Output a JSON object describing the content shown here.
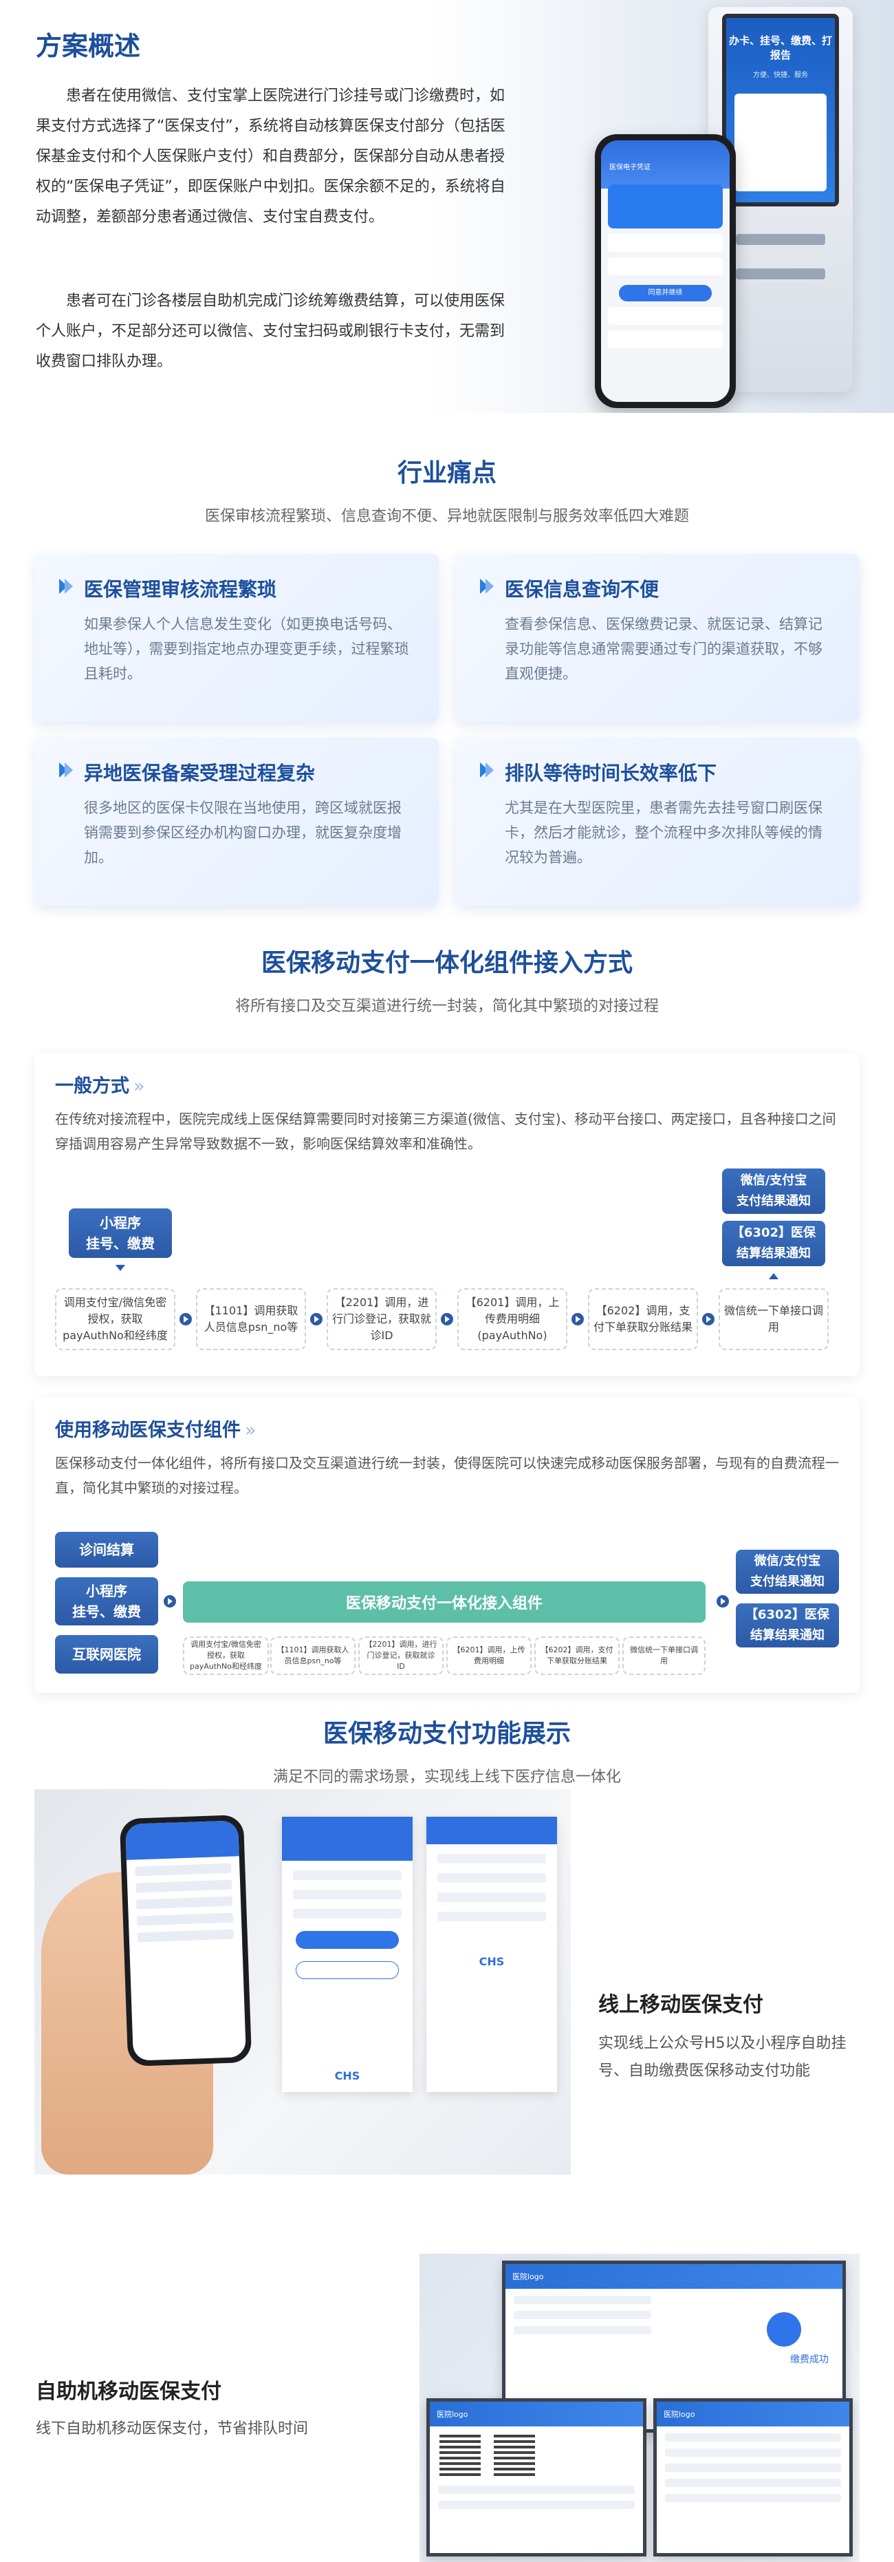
{
  "overview": {
    "title": "方案概述",
    "p1": "患者在使用微信、支付宝掌上医院进行门诊挂号或门诊缴费时，如果支付方式选择了“医保支付”，系统将自动核算医保支付部分（包括医保基金支付和个人医保账户支付）和自费部分，医保部分自动从患者授权的“医保电子凭证”，即医保账户中划扣。医保余额不足的，系统将自动调整，差额部分患者通过微信、支付宝自费支付。",
    "p2": "患者可在门诊各楼层自助机完成门诊统筹缴费结算，可以使用医保个人账户，不足部分还可以微信、支付宝扫码或刷银行卡支付，无需到收费窗口排队办理。",
    "kiosk_screen_title": "办卡、挂号、缴费、打报告",
    "kiosk_screen_sub": "方便、快捷、服务",
    "phone_app_title": "医保电子凭证",
    "phone_button": "同意并继续"
  },
  "pain": {
    "title": "行业痛点",
    "subtitle": "医保审核流程繁琐、信息查询不便、异地就医限制与服务效率低四大难题",
    "cards": [
      {
        "title": "医保管理审核流程繁琐",
        "text": "如果参保人个人信息发生变化（如更换电话号码、地址等），需要到指定地点办理变更手续，过程繁琐且耗时。"
      },
      {
        "title": "医保信息查询不便",
        "text": "查看参保信息、医保缴费记录、就医记录、结算记录功能等信息通常需要通过专门的渠道获取，不够直观便捷。"
      },
      {
        "title": "异地医保备案受理过程复杂",
        "text": "很多地区的医保卡仅限在当地使用，跨区域就医报销需要到参保区经办机构窗口办理，就医复杂度增加。"
      },
      {
        "title": "排队等待时间长效率低下",
        "text": "尤其是在大型医院里，患者需先去挂号窗口刷医保卡，然后才能就诊，整个流程中多次排队等候的情况较为普遍。"
      }
    ]
  },
  "integration": {
    "title": "医保移动支付一体化组件接入方式",
    "subtitle": "将所有接口及交互渠道进行统一封装，简化其中繁琐的对接过程",
    "general": {
      "title": "一般方式",
      "chevron": "»",
      "text": "在传统对接流程中，医院完成线上医保结算需要同时对接第三方渠道(微信、支付宝)、移动平台接口、两定接口，且各种接口之间穿插调用容易产生异常导致数据不一致，影响医保结算效率和准确性。",
      "start": "小程序\n挂号、缴费",
      "steps": [
        "调用支付宝/微信免密授权，获取payAuthNo和经纬度",
        "【1101】调用获取人员信息psn_no等",
        "【2201】调用，进行门诊登记，获取就诊ID",
        "【6201】调用，上传费用明细(payAuthNo)",
        "【6202】调用，支付下单获取分账结果",
        "微信统一下单接口调用"
      ],
      "end1": "微信/支付宝\n支付结果通知",
      "end2": "【6302】医保\n结算结果通知"
    },
    "mobile": {
      "title": "使用移动医保支付组件",
      "chevron": "»",
      "text": "医保移动支付一体化组件，将所有接口及交互渠道进行统一封装，使得医院可以快速完成移动医保服务部署，与现有的自费流程一直，简化其中繁琐的对接过程。",
      "sources": [
        "诊间结算",
        "小程序\n挂号、缴费",
        "互联网医院"
      ],
      "component": "医保移动支付一体化接入组件",
      "steps": [
        "调用支付宝/微信免密授权，获取payAuthNo和经纬度",
        "【1101】调用获取人员信息psn_no等",
        "【2201】调用，进行门诊登记，获取就诊ID",
        "【6201】调用，上传费用明细",
        "【6202】调用，支付下单获取分账结果",
        "微信统一下单接口调用"
      ],
      "end1": "微信/支付宝\n支付结果通知",
      "end2": "【6302】医保\n结算结果通知"
    }
  },
  "showcase": {
    "title": "医保移动支付功能展示",
    "subtitle": "满足不同的需求场景，实现线上线下医疗信息一体化",
    "online": {
      "title": "线上移动医保支付",
      "text": "实现线上公众号H5以及小程序自助挂号、自助缴费医保移动支付功能"
    },
    "kiosk": {
      "title": "自助机移动医保支付",
      "text": "线下自助机移动医保支付，节省排队时间"
    },
    "mock_logo": "CHS",
    "kiosk_header": "医院logo",
    "pay_success": "缴费成功"
  }
}
